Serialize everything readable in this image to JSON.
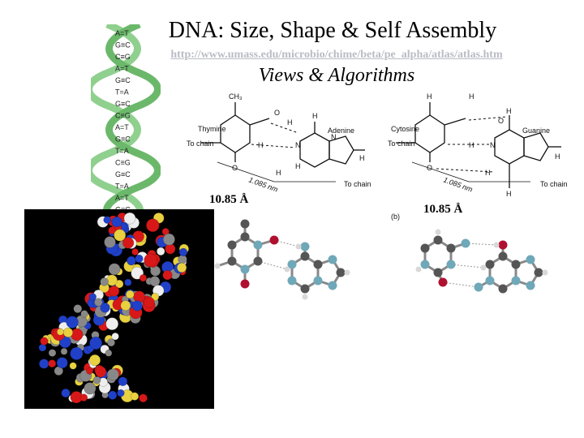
{
  "slide": {
    "title": "DNA: Size, Shape & Self Assembly",
    "url": "http://www.umass.edu/microbio/chime/beta/pe_alpha/atlas/atlas.htm",
    "subtitle": "Views & Algorithms"
  },
  "helix_letters": {
    "rows": [
      "A=T",
      "G≡C",
      "C≡G",
      "A=T",
      "G≡C",
      "T=A",
      "G≡C",
      "C≡G",
      "A=T",
      "G≡C",
      "T=A",
      "C≡G",
      "G≡C",
      "T=A",
      "A=T",
      "G≡C"
    ]
  },
  "pair_left": {
    "ch3": "CH₃",
    "h1": "H",
    "o1": "O",
    "h2": "H",
    "h3": "H",
    "n1": "N",
    "o2": "O",
    "h4": "H",
    "thymine": "Thymine",
    "adenine": "Adenine",
    "to_chain_left": "To chain",
    "to_chain_right": "To chain",
    "distance": "1.085 nm",
    "atom_n": "N",
    "h5": "H",
    "h6": "H"
  },
  "pair_right": {
    "h1": "H",
    "h2": "H",
    "h3": "H",
    "o1": "O",
    "h4": "H",
    "h5": "H",
    "n1": "N",
    "o2": "O",
    "cytosine": "Cytosine",
    "guanine": "Guanine",
    "to_chain_left": "To chain",
    "to_chain_right": "To chain",
    "distance": "1.085 nm",
    "panel": "(b)",
    "h6": "H",
    "h7": "H"
  },
  "labels": {
    "dim_left": "10.85 Å",
    "dim_right": "10.85 Å"
  },
  "colors": {
    "background": "#ffffff",
    "url": "#b9bcc4",
    "helix_backbone": "#8fd08f",
    "atom_carbon": "#555555",
    "atom_nitrogen": "#6fa8b8",
    "atom_oxygen": "#b01030",
    "atom_hydrogen": "#d8d8d8",
    "spacefill_bg": "#000000"
  }
}
